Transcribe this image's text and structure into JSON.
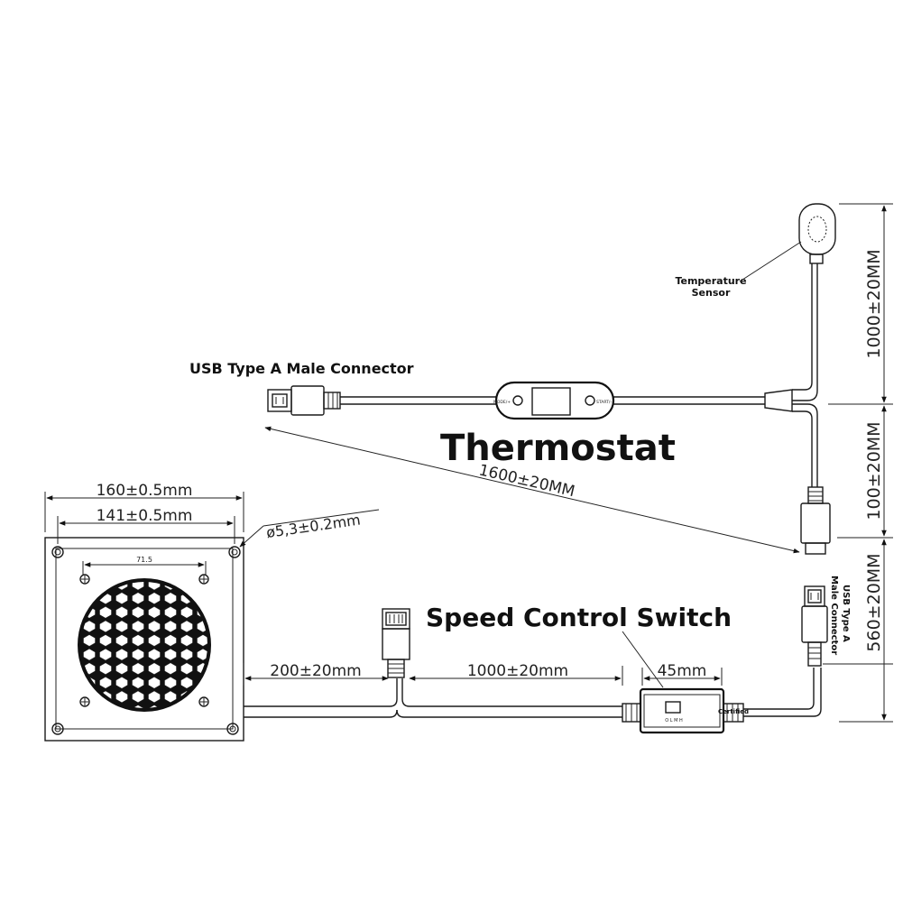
{
  "labels": {
    "usb_top": "USB Type A Male Connector",
    "thermostat": "Thermostat",
    "temp_sensor_line1": "Temperature",
    "temp_sensor_line2": "Sensor",
    "speed_switch": "Speed Control Switch",
    "usb_right_line1": "USB Type A",
    "usb_right_line2": "Male Connector",
    "certified": "Certified",
    "mode_button": "MODE/+",
    "start_button": "START/-",
    "switch_marks": "O L M H"
  },
  "dimensions": {
    "fan_width": "160±0.5mm",
    "hole_spacing": "141±0.5mm",
    "hole_diameter": "ø5,3±0.2mm",
    "inner_spacing": "71.5",
    "cable_fan_to_split": "200±20mm",
    "cable_split_to_switch": "1000±20mm",
    "switch_length": "45mm",
    "cable_thermostat_total": "1600±20MM",
    "sensor_cable": "1000±20MM",
    "usb_socket_cable": "100±20MM",
    "usb_right_cable": "560±20MM"
  },
  "colors": {
    "line": "#1a1a1a",
    "background": "#ffffff"
  }
}
